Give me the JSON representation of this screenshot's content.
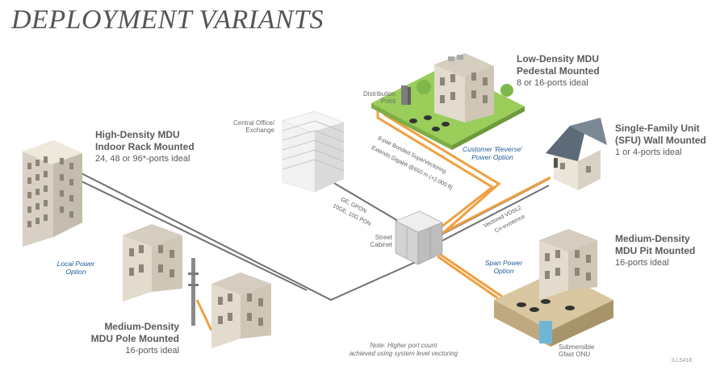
{
  "title": "DEPLOYMENT VARIANTS",
  "variants": {
    "high_density": {
      "line1": "High-Density MDU",
      "line2": "Indoor Rack Mounted",
      "ports": "24, 48 or 96*-ports ideal"
    },
    "low_density": {
      "line1": "Low-Density MDU",
      "line2": "Pedestal Mounted",
      "ports": "8 or 16-ports ideal"
    },
    "sfu": {
      "line1": "Single-Family Unit",
      "line2": "(SFU) Wall Mounted",
      "ports": "1 or 4-ports ideal"
    },
    "medium_pit": {
      "line1": "Medium-Density",
      "line2": "MDU Pit Mounted",
      "ports": "16-ports ideal"
    },
    "medium_pole": {
      "line1": "Medium-Density",
      "line2": "MDU Pole Mounted",
      "ports": "16-ports ideal"
    }
  },
  "nodes": {
    "central_office": {
      "line1": "Central Office/",
      "line2": "Exchange"
    },
    "distribution_point": {
      "line1": "Distribution",
      "line2": "Point"
    },
    "street_cabinet": {
      "line1": "Street",
      "line2": "Cabinet"
    },
    "submersible": {
      "line1": "Submersible",
      "line2": "Gfast ONU"
    }
  },
  "power_options": {
    "customer_reverse": {
      "line1": "Customer 'Reverse'",
      "line2": "Power Option"
    },
    "local": {
      "line1": "Local Power",
      "line2": "Option"
    },
    "span": {
      "line1": "Span Power",
      "line2": "Option"
    }
  },
  "link_labels": {
    "bonded": "8-pair Bonded SuperVectoring",
    "extends": "Extends Gigabit @650 m (+2,000 ft)",
    "gpon1": "GE, GPON",
    "gpon2": "10GE, 10G PON",
    "vdsl1": "Vectored VDSL2",
    "vdsl2": "Co-existence"
  },
  "note": {
    "line1": "Note: Higher port count",
    "line2": "achieved using system level vectoring"
  },
  "code": "ILL541E",
  "colors": {
    "copper": "#f0a040",
    "fiber": "#707070",
    "grass": "#9acd5a",
    "accent_blue": "#1f5a9a"
  }
}
